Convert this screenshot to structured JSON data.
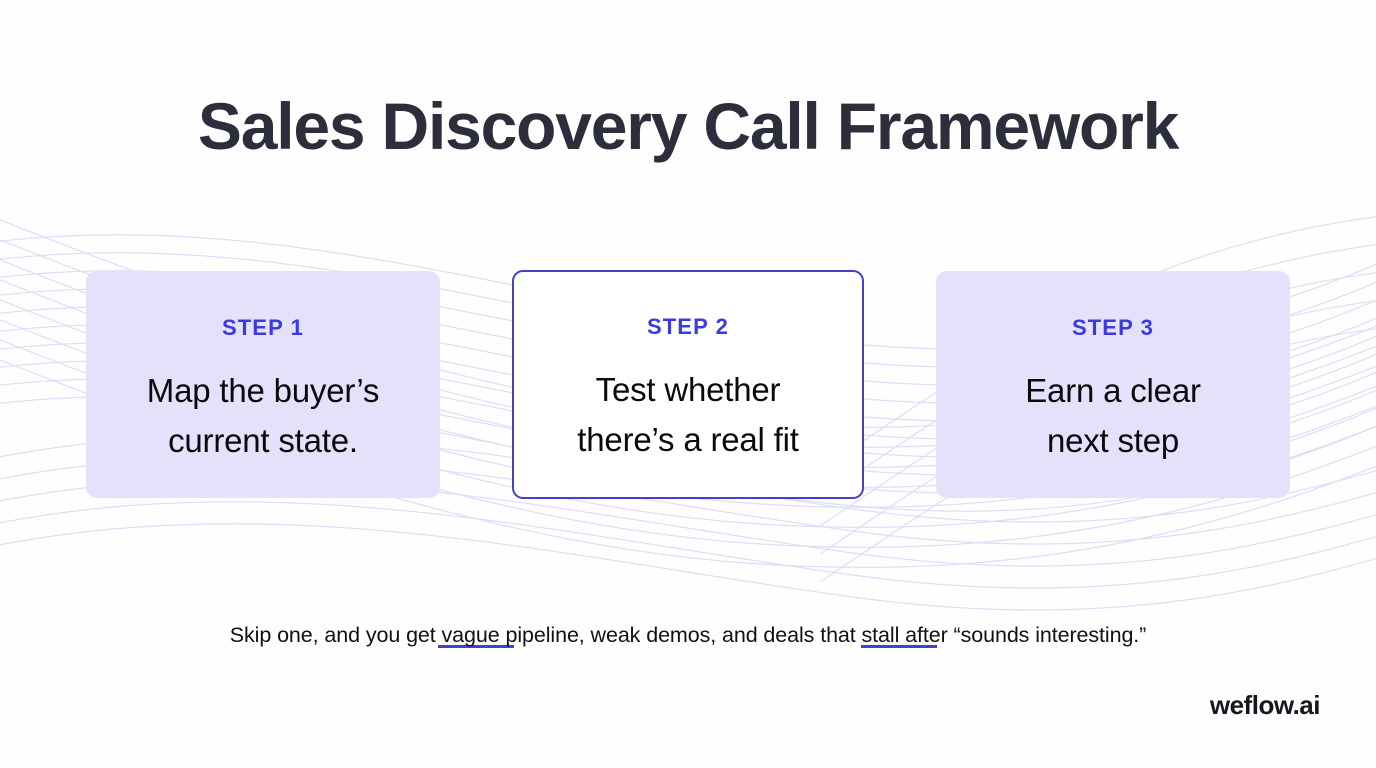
{
  "slide": {
    "title": "Sales Discovery Call Framework",
    "caption": "Skip one, and you get vague pipeline, weak demos, and deals that stall after “sounds interesting.”",
    "logo": "weflow.ai",
    "background_color": "#fefeff",
    "wave_color": "#d9d6f5"
  },
  "colors": {
    "title": "#2c2e3c",
    "step_label": "#3b39e0",
    "step_body": "#0a0a0c",
    "card_soft_bg": "#e4e2fa",
    "card_outline_border": "#4240cd",
    "connector": "#4342cf",
    "caption": "#111114",
    "logo": "#17181f"
  },
  "steps": [
    {
      "label": "STEP 1",
      "body_line_1": "Map the buyer’s",
      "body_line_2": "current state.",
      "style": "filled"
    },
    {
      "label": "STEP 2",
      "body_line_1": "Test whether",
      "body_line_2": "there’s a real fit",
      "style": "outlined"
    },
    {
      "label": "STEP 3",
      "body_line_1": "Earn a clear",
      "body_line_2": "next step",
      "style": "filled"
    }
  ],
  "connectors": [
    {
      "from": "STEP 1",
      "to": "STEP 2"
    },
    {
      "from": "STEP 2",
      "to": "STEP 3"
    }
  ]
}
